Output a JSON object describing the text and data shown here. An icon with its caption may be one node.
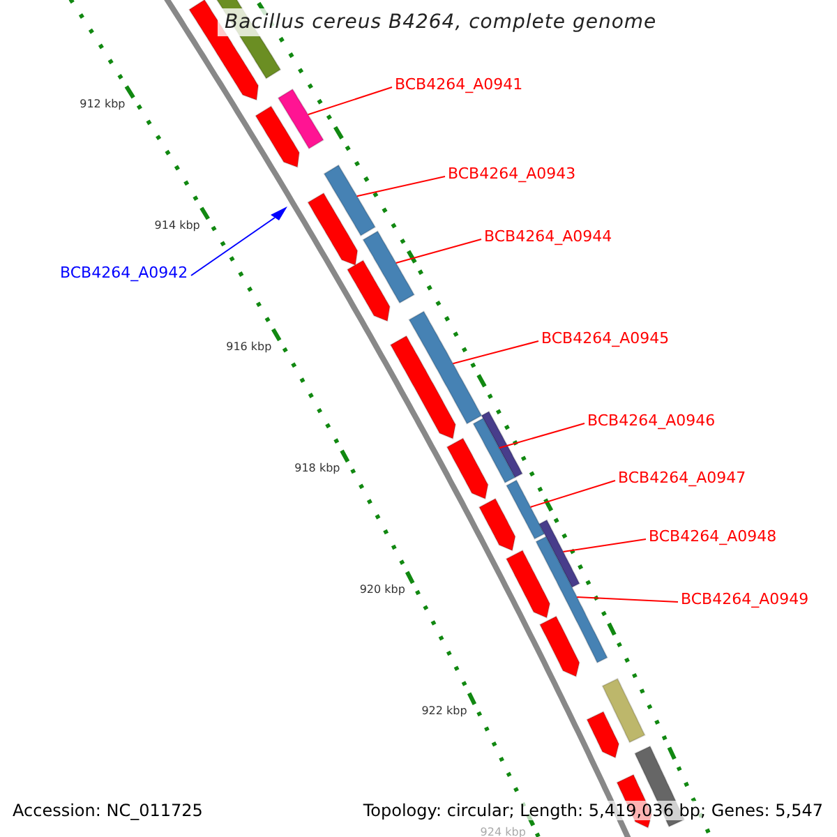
{
  "diagram": {
    "title": "Bacillus cereus B4264, complete genome",
    "nodes": [
      {
        "text": [
          "BCB4264_A0941"
        ]
      },
      {
        "text": [
          "BCB4264_A0943"
        ]
      },
      {
        "text": [
          "BCB4264_A0944"
        ]
      },
      {
        "text": [
          "BCB4264_A0942"
        ]
      },
      {
        "text": [
          "BCB4264_A0945"
        ]
      },
      {
        "text": [
          "BCB4264_A0946"
        ]
      },
      {
        "text": [
          "BCB4264_A0947"
        ]
      },
      {
        "text": [
          "BCB4264_A0948"
        ]
      },
      {
        "text": [
          "BCB4264_A0949"
        ]
      },
      {
        "text": [],
        "shape": "bar"
      },
      {
        "text": [],
        "shape": "bar"
      },
      {
        "text": [],
        "shape": "bar"
      },
      {
        "text": [],
        "shape": "triangle"
      },
      {
        "text": [],
        "shape": "bar"
      },
      {
        "text": [],
        "shape": "bar"
      },
      {
        "text": [],
        "shape": "bar"
      },
      {
        "text": [],
        "shape": "bar"
      },
      {
        "text": [],
        "shape": "bar"
      }
    ],
    "edges": [
      {
        "from": 0,
        "to": 9,
        "arrow": "none"
      },
      {
        "from": 1,
        "to": 10,
        "arrow": "none"
      },
      {
        "from": 2,
        "to": 11,
        "arrow": "none"
      },
      {
        "from": 3,
        "to": 12,
        "arrow": "none",
        "color": "#0000ff"
      },
      {
        "from": 4,
        "to": 13,
        "arrow": "none"
      },
      {
        "from": 5,
        "to": 14,
        "arrow": "none"
      },
      {
        "from": 6,
        "to": 15,
        "arrow": "none"
      },
      {
        "from": 7,
        "to": 16,
        "arrow": "none"
      },
      {
        "from": 8,
        "to": 17,
        "arrow": "none"
      }
    ],
    "labels": [
      "912 kbp",
      "914 kbp",
      "916 kbp",
      "918 kbp",
      "920 kbp",
      "922 kbp",
      "924 kbp",
      "Accession: NC_011725",
      "Topology: circular; Length: 5,419,036 bp; Genes: 5,547"
    ]
  }
}
